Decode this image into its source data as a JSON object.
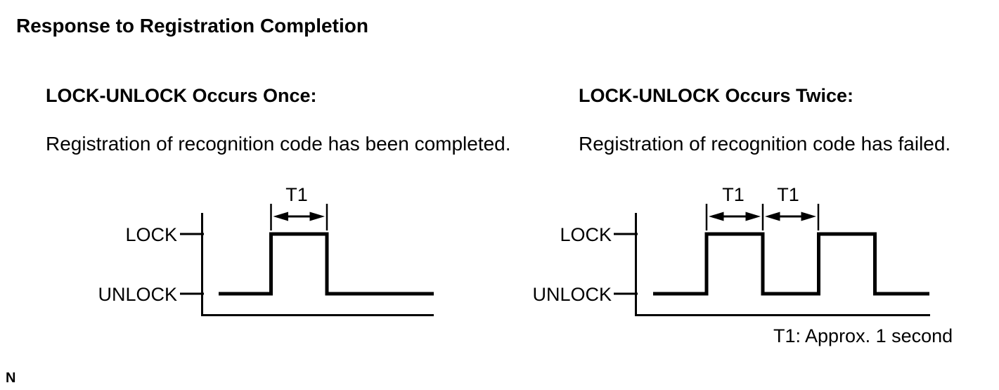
{
  "page": {
    "title": "Response to Registration Completion",
    "footer_fragment": "N"
  },
  "sections": {
    "once": {
      "heading": "LOCK-UNLOCK Occurs Once:",
      "description": "Registration of recognition code has been completed.",
      "diagram": {
        "lock_label": "LOCK",
        "unlock_label": "UNLOCK",
        "t1_labels": [
          "T1"
        ],
        "pulses": 1,
        "sequence": "UNLOCK, LOCK for T1, UNLOCK"
      }
    },
    "twice": {
      "heading": "LOCK-UNLOCK Occurs Twice:",
      "description": "Registration of recognition code has failed.",
      "diagram": {
        "lock_label": "LOCK",
        "unlock_label": "UNLOCK",
        "t1_labels": [
          "T1",
          "T1"
        ],
        "pulses": 2,
        "sequence": "UNLOCK, LOCK for T1, UNLOCK for T1, LOCK, UNLOCK"
      }
    }
  },
  "note": {
    "t1_definition": "T1: Approx. 1 second"
  },
  "colors": {
    "ink": "#000000",
    "background": "#ffffff"
  }
}
